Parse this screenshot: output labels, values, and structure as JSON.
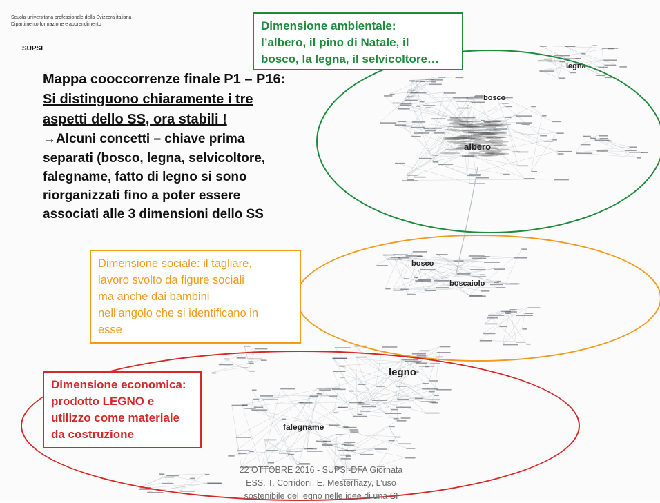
{
  "header": {
    "line1": "Scuola universitaria professionale della Svizzera italiana",
    "line2": "Dipartimento formazione e apprendimento",
    "brand": "SUPSI"
  },
  "title": {
    "line1": "Mappa cooccorrenze finale P1 – P16:",
    "line2": "Si distinguono chiaramente  i tre",
    "line3": "aspetti dello SS, ora stabili !"
  },
  "body": {
    "line1": "→Alcuni concetti – chiave prima",
    "line2": "separati  (bosco,  legna, selvicoltore,",
    "line3": "falegname, fatto di legno si sono",
    "line4": "riorganizzati fino a poter essere",
    "line5": "associati alle 3 dimensioni dello SS"
  },
  "boxes": {
    "ambientale": {
      "line1": "Dimensione ambientale:",
      "line2": "l’albero, il pino di Natale, il",
      "line3": "bosco, la legna, il selvicoltore…",
      "color": "#1e8a3c"
    },
    "sociale": {
      "line1": "Dimensione sociale: il tagliare,",
      "line2": "lavoro svolto da figure sociali",
      "line3": "ma anche dai bambini",
      "line4": "nell’angolo che si identificano in",
      "line5": "esse",
      "color": "#f39a1e"
    },
    "economica": {
      "line1": "Dimensione economica:",
      "line2": "prodotto LEGNO  e",
      "line3": "utilizzo come materiale",
      "line4": "da costruzione",
      "color": "#d62828"
    }
  },
  "map_keywords": {
    "albero": "albero",
    "bosco": "bosco",
    "legna": "legna",
    "legno": "legno",
    "falegname": "falegname",
    "boscaiolo": "boscaiolo"
  },
  "footer": {
    "line1": "22 OTTOBRE 2016 - SUPSI-DFA Giornata",
    "line2": "ESS. T. Corridoni, E. Mesterhazy, L’uso",
    "line3": "sostenibile del legno nelle idee di una SI"
  }
}
